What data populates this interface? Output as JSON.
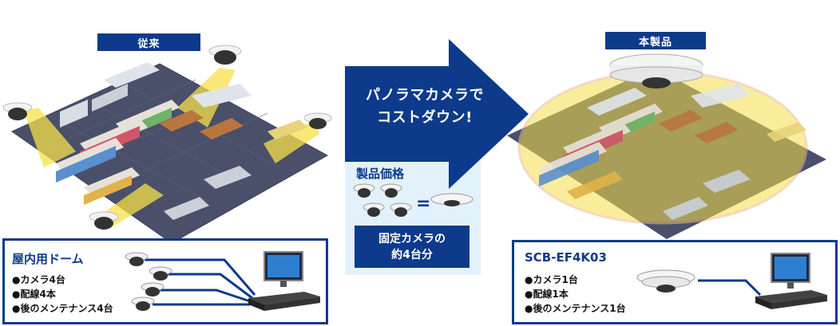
{
  "left": {
    "header_label": "従来",
    "box_title": "屋内用ドーム",
    "bullets": [
      "●カメラ4台",
      "●配線4本",
      "●後のメンテナンス4台"
    ]
  },
  "center": {
    "arrow_line1": "パノラマカメラで",
    "arrow_line2": "コストダウン!",
    "price_title": "製品価格",
    "equals": "=",
    "fixed_line1": "固定カメラの",
    "fixed_line2": "約4台分"
  },
  "right": {
    "header_label": "本製品",
    "box_title": "SCB-EF4K03",
    "bullets": [
      "●カメラ1台",
      "●配線1本",
      "●後のメンテナンス1台"
    ]
  },
  "colors": {
    "brand_blue": "#0d3a8a",
    "panel_light_blue": "#e3f1fb",
    "coverage_yellow": "#f5e04a",
    "floor_gray": "#4a4f6a"
  }
}
